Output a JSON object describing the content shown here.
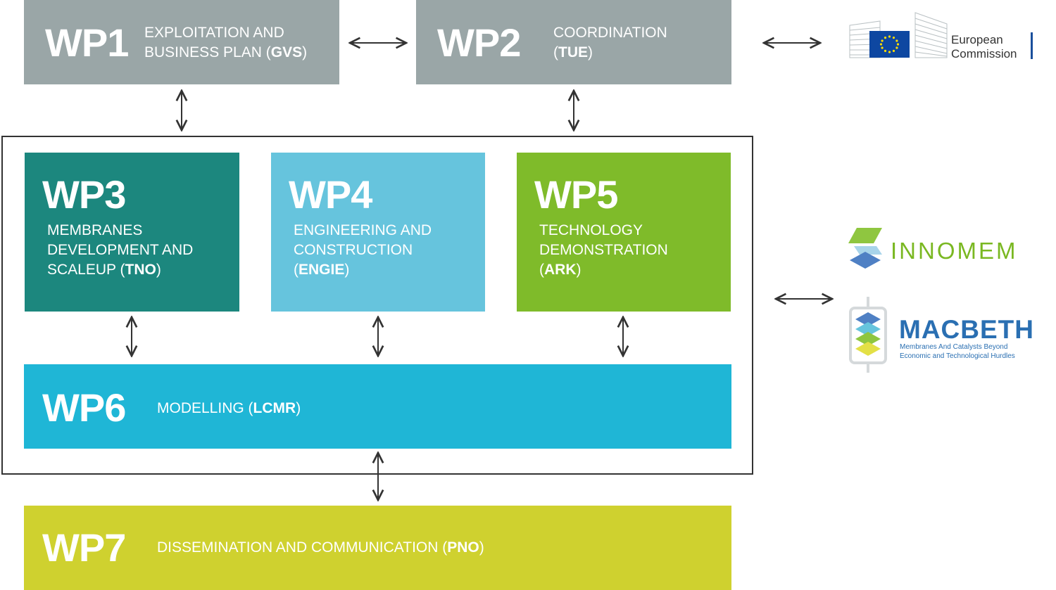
{
  "work_packages": {
    "wp1": {
      "code": "WP1",
      "line1": "EXPLOITATION AND",
      "line2_text": "BUSINESS PLAN (",
      "partner": "GVS",
      "close": ")",
      "color": "#9aa6a7"
    },
    "wp2": {
      "code": "WP2",
      "line1": "COORDINATION",
      "line2_text": "(",
      "partner": "TUE",
      "close": ")",
      "color": "#9aa6a7"
    },
    "wp3": {
      "code": "WP3",
      "line1": "MEMBRANES",
      "line2": "DEVELOPMENT AND",
      "line3_text": "SCALEUP (",
      "partner": "TNO",
      "close": ")",
      "color": "#1c877e"
    },
    "wp4": {
      "code": "WP4",
      "line1": "ENGINEERING AND",
      "line2": "CONSTRUCTION",
      "line3_text": "(",
      "partner": "ENGIE",
      "close": ")",
      "color": "#66c4dd"
    },
    "wp5": {
      "code": "WP5",
      "line1": "TECHNOLOGY",
      "line2": "DEMONSTRATION",
      "line3_text": "(",
      "partner": "ARK",
      "close": ")",
      "color": "#7fbb2a"
    },
    "wp6": {
      "code": "WP6",
      "text": "MODELLING (",
      "partner": "LCMR",
      "close": ")",
      "color": "#1fb6d6"
    },
    "wp7": {
      "code": "WP7",
      "text": "DISSEMINATION AND COMMUNICATION (",
      "partner": "PNO",
      "close": ")",
      "color": "#cfd12f"
    }
  },
  "logos": {
    "european_commission": {
      "line1": "European",
      "line2": "Commission"
    },
    "innomem": {
      "name": "INNOMEM"
    },
    "macbeth": {
      "name": "MACBETH",
      "tagline1": "Membranes And Catalysts Beyond",
      "tagline2": "Economic and Technological Hurdles"
    }
  },
  "colors": {
    "arrow": "#333333",
    "frame": "#333333"
  }
}
